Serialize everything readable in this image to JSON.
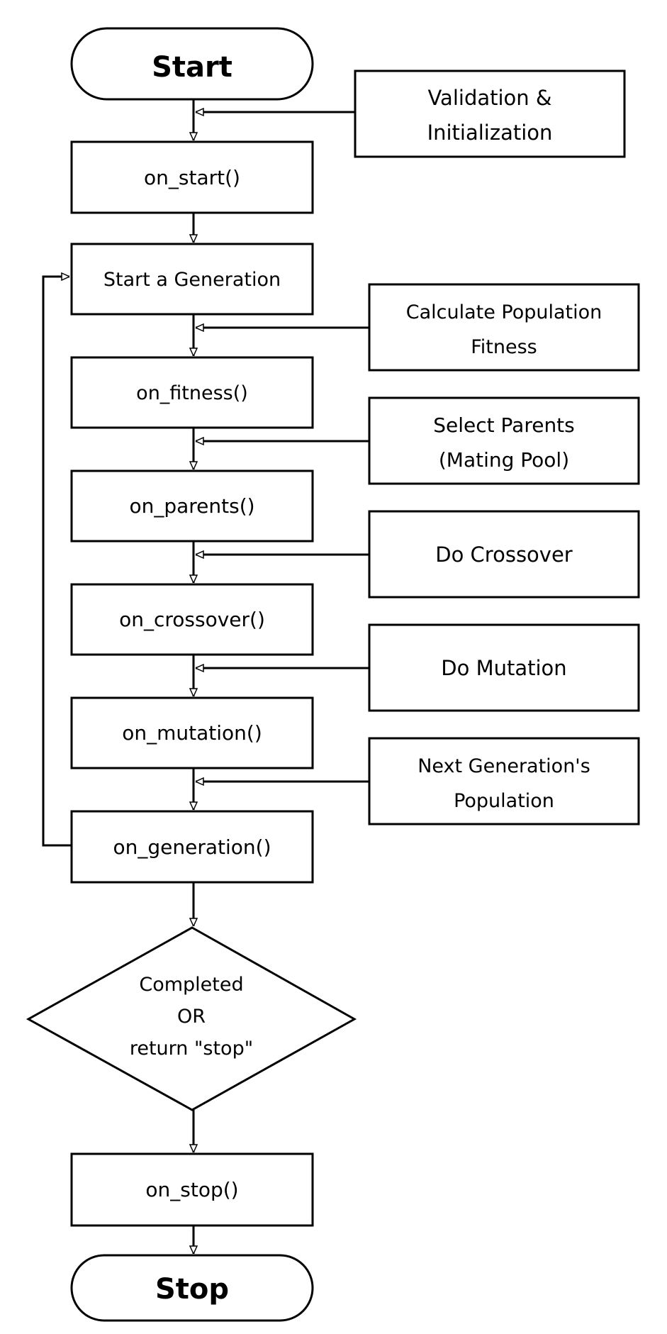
{
  "nodes": {
    "start": "Start",
    "on_start": "on_start()",
    "start_generation": "Start a Generation",
    "on_fitness": "on_fitness()",
    "on_parents": "on_parents()",
    "on_crossover": "on_crossover()",
    "on_mutation": "on_mutation()",
    "on_generation": "on_generation()",
    "on_stop": "on_stop()",
    "stop": "Stop"
  },
  "side": {
    "validation": [
      "Validation &",
      "Initialization"
    ],
    "fitness": [
      "Calculate Population",
      "Fitness"
    ],
    "parents": [
      "Select Parents",
      "(Mating Pool)"
    ],
    "crossover": [
      "Do Crossover"
    ],
    "mutation": [
      "Do Mutation"
    ],
    "next_gen": [
      "Next Generation's",
      "Population"
    ]
  },
  "decision": [
    "Completed",
    "OR",
    "return \"stop\""
  ]
}
